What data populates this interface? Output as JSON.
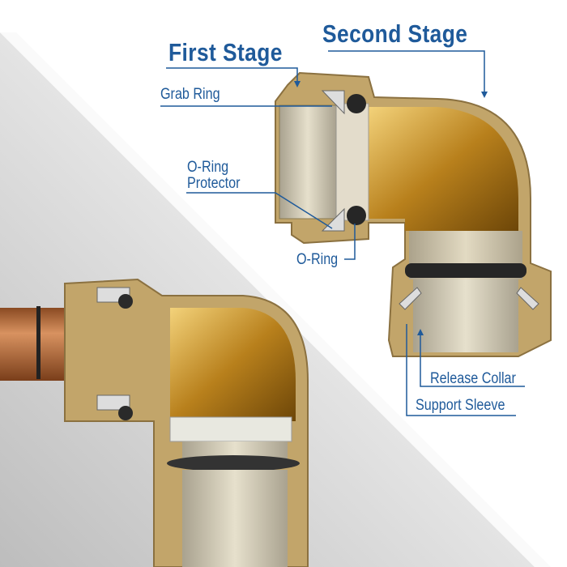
{
  "title_labels": {
    "first_stage": "First Stage",
    "second_stage": "Second Stage"
  },
  "part_labels": {
    "grab_ring": "Grab Ring",
    "o_ring_protector_line1": "O-Ring",
    "o_ring_protector_line2": "Protector",
    "o_ring": "O-Ring",
    "release_collar": "Release Collar",
    "support_sleeve": "Support Sleeve"
  },
  "colors": {
    "label_blue": "#1f5a9a",
    "brass": "#c8962e",
    "collar": "#b99a63",
    "copper": "#b56a3a",
    "background_gray": "#c9c9c9"
  }
}
